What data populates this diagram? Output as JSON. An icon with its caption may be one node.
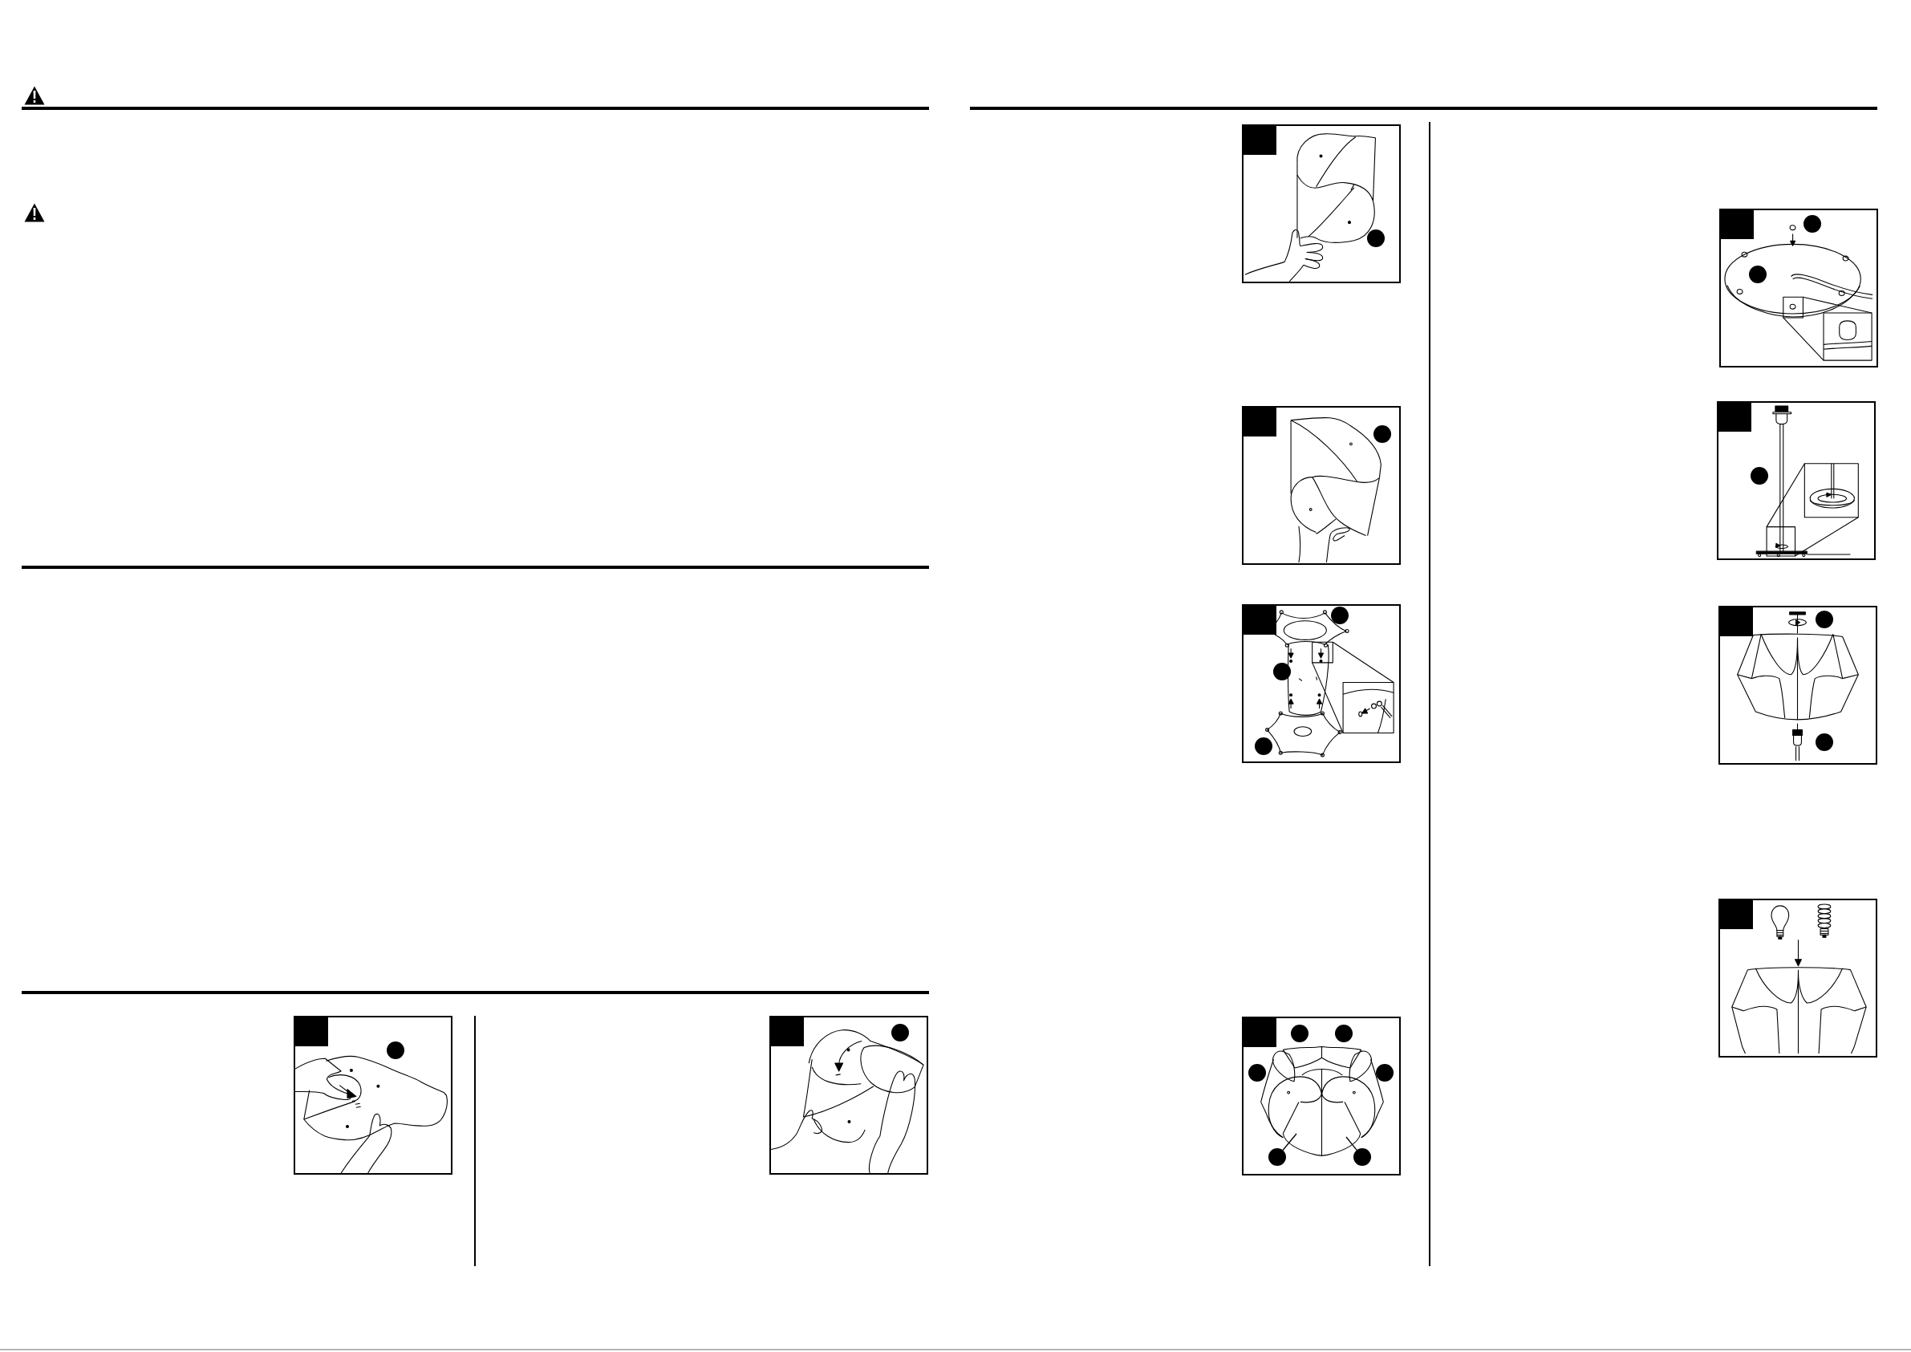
{
  "diagram": {
    "nodes": [
      {
        "text": [],
        "shape": "picture"
      },
      {
        "text": [],
        "shape": "box",
        "in": 0
      },
      {
        "text": [],
        "shape": "circle",
        "in": 0
      },
      {
        "text": [],
        "shape": "picture"
      },
      {
        "text": [],
        "shape": "box",
        "in": 3
      },
      {
        "text": [],
        "shape": "circle",
        "in": 3
      },
      {
        "text": [],
        "shape": "picture"
      },
      {
        "text": [],
        "shape": "box",
        "in": 6
      },
      {
        "text": [],
        "shape": "circle",
        "in": 6
      },
      {
        "text": [],
        "shape": "picture"
      },
      {
        "text": [],
        "shape": "box",
        "in": 9
      },
      {
        "text": [],
        "shape": "circle",
        "in": 9
      },
      {
        "text": [],
        "shape": "picture"
      },
      {
        "text": [],
        "shape": "box",
        "in": 12
      },
      {
        "text": [],
        "shape": "circle",
        "in": 12
      },
      {
        "text": [],
        "shape": "circle",
        "in": 12
      },
      {
        "text": [],
        "shape": "circle",
        "in": 12
      },
      {
        "text": [],
        "shape": "picture"
      },
      {
        "text": [],
        "shape": "box",
        "in": 17
      },
      {
        "text": [],
        "shape": "circle",
        "in": 17
      },
      {
        "text": [],
        "shape": "circle",
        "in": 17
      },
      {
        "text": [],
        "shape": "circle",
        "in": 17
      },
      {
        "text": [],
        "shape": "circle",
        "in": 17
      },
      {
        "text": [],
        "shape": "circle",
        "in": 17
      },
      {
        "text": [],
        "shape": "circle",
        "in": 17
      },
      {
        "text": [],
        "shape": "picture"
      },
      {
        "text": [],
        "shape": "box",
        "in": 25
      },
      {
        "text": [],
        "shape": "circle",
        "in": 25
      },
      {
        "text": [],
        "shape": "circle",
        "in": 25
      },
      {
        "text": [],
        "shape": "picture"
      },
      {
        "text": [],
        "shape": "box",
        "in": 29
      },
      {
        "text": [],
        "shape": "circle",
        "in": 29
      },
      {
        "text": [],
        "shape": "picture"
      },
      {
        "text": [],
        "shape": "box",
        "in": 32
      },
      {
        "text": [],
        "shape": "circle",
        "in": 32
      },
      {
        "text": [],
        "shape": "circle",
        "in": 32
      },
      {
        "text": [],
        "shape": "picture"
      },
      {
        "text": [],
        "shape": "box",
        "in": 36
      }
    ],
    "edges": [
      {
        "from": 23,
        "to": null,
        "arrow": "none"
      },
      {
        "from": 24,
        "to": null,
        "arrow": "none"
      }
    ]
  }
}
